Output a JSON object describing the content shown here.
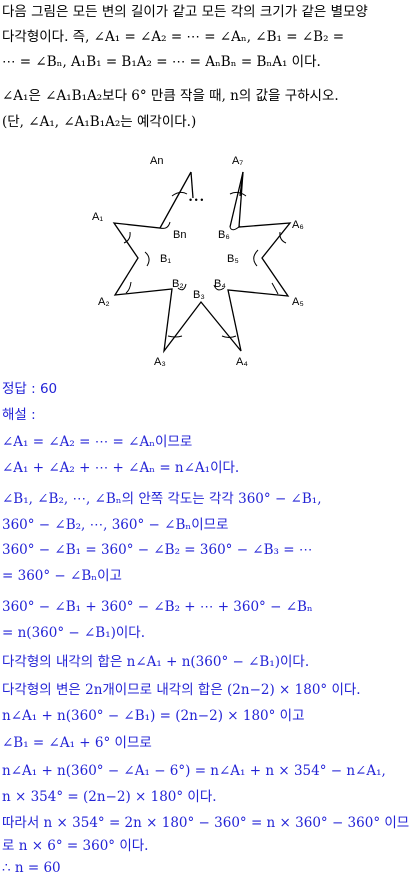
{
  "problem": {
    "line1": "다음 그림은 모든 변의 길이가 같고 모든 각의 크기가 같은 별모양",
    "line2": "다각형이다. 즉, ∠A₁ = ∠A₂ = ⋯ = ∠Aₙ, ∠B₁ = ∠B₂ =",
    "line3": "⋯ = ∠Bₙ, A₁B₁ = B₁A₂ = ⋯ = AₙBₙ = BₙA₁ 이다.",
    "line4": "∠A₁은 ∠A₁B₁A₂보다 6° 만큼 작을 때, n의 값을 구하시오.",
    "line5": "(단, ∠A₁, ∠A₁B₁A₂는 예각이다.)"
  },
  "figure": {
    "labels": {
      "An": "An",
      "A7": "A₇",
      "A6": "A₆",
      "A5": "A₅",
      "A4": "A₄",
      "A3": "A₃",
      "A2": "A₂",
      "A1": "A₁",
      "Bn": "Bn",
      "B6": "B₆",
      "B5": "B₅",
      "B4": "B₄",
      "B3": "B₃",
      "B2": "B₂",
      "B1": "B₁",
      "dots": "• • •"
    }
  },
  "answer": {
    "label": "정답 : 60"
  },
  "solution": {
    "label": "해설 :",
    "lines": [
      "∠A₁ = ∠A₂ = ⋯ = ∠Aₙ이므로",
      "∠A₁ + ∠A₂ + ⋯ + ∠Aₙ = n∠A₁이다.",
      "∠B₁, ∠B₂, ⋯, ∠Bₙ의 안쪽 각도는 각각 360° − ∠B₁,",
      "360° − ∠B₂, ⋯, 360° − ∠Bₙ이므로",
      "360° − ∠B₁ = 360° − ∠B₂ = 360° − ∠B₃ = ⋯",
      "= 360° − ∠Bₙ이고",
      "360° − ∠B₁ + 360° − ∠B₂ + ⋯ + 360° − ∠Bₙ",
      "= n(360° − ∠B₁)이다.",
      "다각형의 내각의 합은 n∠A₁ + n(360° − ∠B₁)이다.",
      "다각형의 변은 2n개이므로 내각의 합은 (2n−2) × 180° 이다.",
      "n∠A₁ + n(360° − ∠B₁) = (2n−2) × 180° 이고",
      "∠B₁ = ∠A₁ + 6° 이므로",
      "n∠A₁ + n(360° − ∠A₁ − 6°) = n∠A₁ + n × 354° − n∠A₁,",
      "n × 354° = (2n−2) × 180° 이다.",
      "따라서 n × 354° = 2n × 180° − 360° = n × 360° − 360° 이므",
      "로 n × 6° = 360° 이다.",
      "∴ n = 60"
    ]
  }
}
